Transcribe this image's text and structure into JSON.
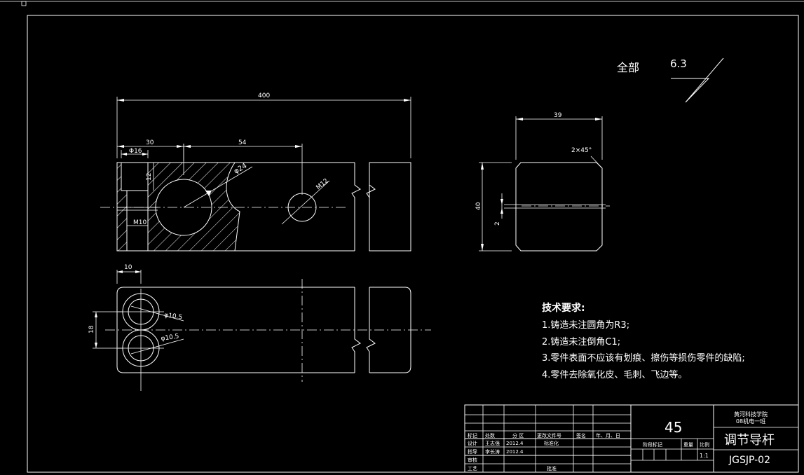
{
  "drawing": {
    "surface_finish": {
      "label": "全部",
      "value": "6.3"
    },
    "dimensions": {
      "overall_length": "400",
      "d1": "30",
      "d2": "54",
      "phi16": "Φ16",
      "depth12": "12",
      "phi24": "φ24",
      "m12": "M12",
      "m10": "M10",
      "width10": "10",
      "spacing18": "18",
      "phi105_top": "φ10.5",
      "phi105_bottom": "φ10.5",
      "side_width": "39",
      "chamfer": "2×45°",
      "side_height": "40",
      "gap2": "2"
    },
    "tech_requirements": {
      "title": "技术要求:",
      "items": [
        "1.铸造未注圆角为R3;",
        "2.铸造未注倒角C1;",
        "3.零件表面不应该有划痕、擦伤等损伤零件的缺陷;",
        "4.零件去除氧化皮、毛刺、飞边等。"
      ]
    },
    "title_block": {
      "school": "黄河科技学院",
      "class": "08机电一班",
      "material": "45",
      "part_name": "调节导杆",
      "drawing_no": "JGSJP-02",
      "scale": "1:1",
      "h_mark": "标记",
      "h_count": "处数",
      "h_zone": "分 区",
      "h_doc": "更改文件号",
      "h_sign": "签名",
      "h_date": "年、月、日",
      "r_design": "设计",
      "designer": "王志强",
      "design_date": "2012.4",
      "standard": "标准化",
      "r_guide": "指导",
      "guide_name": "李长涛",
      "guide_date": "2012.4",
      "r_review": "审核",
      "r_process": "工艺",
      "approve": "批准",
      "stage_mark": "阶段标记",
      "weight": "重量",
      "scale_label": "比例"
    }
  }
}
